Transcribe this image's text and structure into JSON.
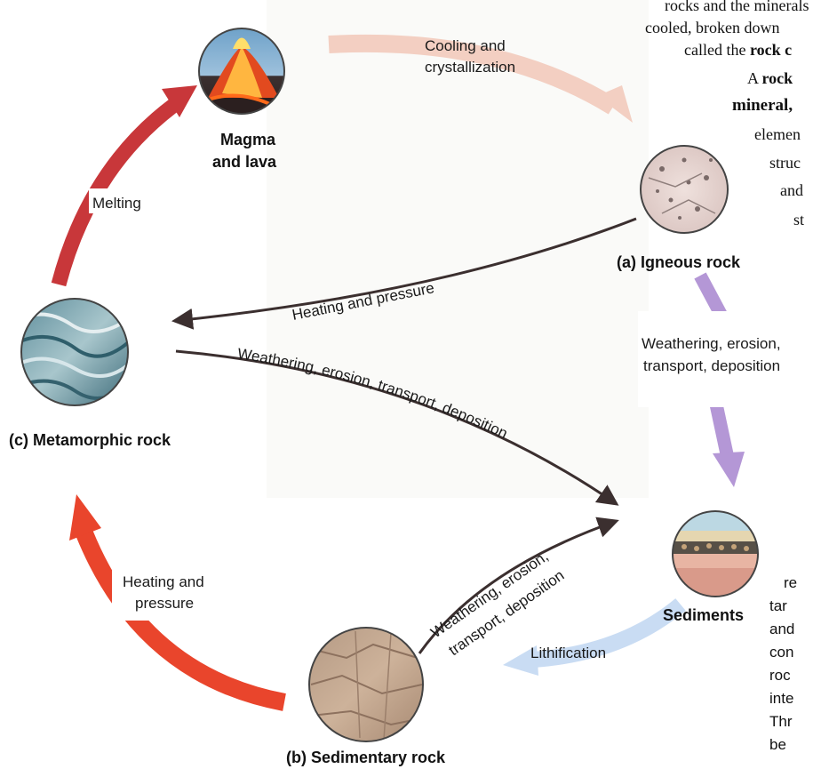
{
  "page_text_top": {
    "line1": "rocks and the minerals",
    "line2": "cooled, broken down",
    "line3_prefix": "called the ",
    "line3_bold": "rock c",
    "line4_prefix": "A ",
    "line4_bold": "rock",
    "line5_bold": "mineral,",
    "line6": "elemen",
    "line7": "struc",
    "line8": "and",
    "line9": "st"
  },
  "page_text_bottom": {
    "lines": [
      "re",
      "tar",
      "and",
      "con",
      "roc",
      "inte",
      "Thr",
      "be"
    ]
  },
  "nodes": {
    "magma": {
      "label_line1": "Magma",
      "label_line2": "and lava"
    },
    "igneous": {
      "label": "(a) Igneous rock"
    },
    "sediments": {
      "label": "Sediments"
    },
    "sedimentary": {
      "label": "(b) Sedimentary rock"
    },
    "metamorphic": {
      "label": "(c) Metamorphic rock"
    }
  },
  "process_labels": {
    "cooling_line1": "Cooling and",
    "cooling_line2": "crystallization",
    "melting": "Melting",
    "weathering_right_line1": "Weathering, erosion,",
    "weathering_right_line2": "transport, deposition",
    "lithification": "Lithification",
    "heating_left_line1": "Heating and",
    "heating_left_line2": "pressure",
    "heating_curve": "Heating and pressure",
    "weathering_curve": "Weathering, erosion, transport, deposition",
    "weathering_small_line1": "Weathering, erosion,",
    "weathering_small_line2": "transport, deposition"
  },
  "colors": {
    "cooling_arrow": "#f3cfc2",
    "melting_arrow": "#c8373a",
    "weathering_arrow": "#b497d6",
    "lithification_arrow": "#c9dcf3",
    "heating_arrow": "#e9452c",
    "curve_arrow": "#3b2f2f"
  }
}
